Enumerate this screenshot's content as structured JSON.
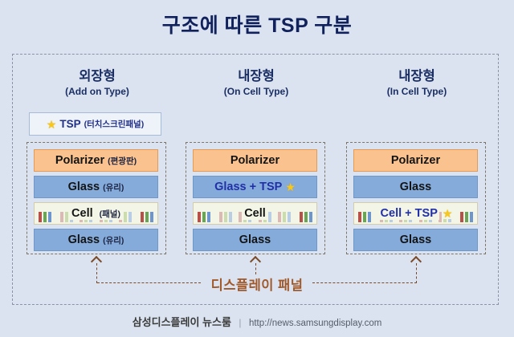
{
  "title": "구조에 따른 TSP 구분",
  "legend": {
    "star": "★",
    "label": "TSP",
    "sublabel": "(터치스크린패널)"
  },
  "columns": [
    {
      "name": "외장형",
      "type_en": "(Add on Type)",
      "layers": [
        {
          "label": "Polarizer",
          "sublabel": "(편광판)"
        },
        {
          "label": "Glass",
          "sublabel": "(유리)"
        },
        {
          "label": "Cell",
          "sublabel": "(패널)"
        },
        {
          "label": "Glass",
          "sublabel": "(유리)"
        }
      ]
    },
    {
      "name": "내장형",
      "type_en": "(On Cell Type)",
      "layers": [
        {
          "label": "Polarizer",
          "sublabel": ""
        },
        {
          "label": "Glass + TSP",
          "sublabel": "",
          "star": "★"
        },
        {
          "label": "Cell",
          "sublabel": ""
        },
        {
          "label": "Glass",
          "sublabel": ""
        }
      ]
    },
    {
      "name": "내장형",
      "type_en": "(In Cell Type)",
      "layers": [
        {
          "label": "Polarizer",
          "sublabel": ""
        },
        {
          "label": "Glass",
          "sublabel": ""
        },
        {
          "label": "Cell + TSP",
          "sublabel": "",
          "star": "★"
        },
        {
          "label": "Glass",
          "sublabel": ""
        }
      ]
    }
  ],
  "bottom_label": "디스플레이 패널",
  "footer": {
    "source": "삼성디스플레이 뉴스룸",
    "separator": "|",
    "url": "http://news.samsungdisplay.com"
  },
  "colors": {
    "background": "#dae3ef",
    "title_navy": "#10215c",
    "polarizer_fill": "#f9c28e",
    "polarizer_border": "#e39b58",
    "glass_fill": "#85abdb",
    "glass_border": "#6f97c8",
    "cell_fill": "#f3f5e6",
    "cell_border": "#d3ccad",
    "tsp_text_blue": "#2130a6",
    "star_gold": "#f6c71c",
    "arrow_brown": "#7b4a28",
    "bottom_label_brown": "#a2592a",
    "subpixel_red": "#b8504a",
    "subpixel_green": "#69a457",
    "subpixel_blue": "#6d96cf"
  }
}
